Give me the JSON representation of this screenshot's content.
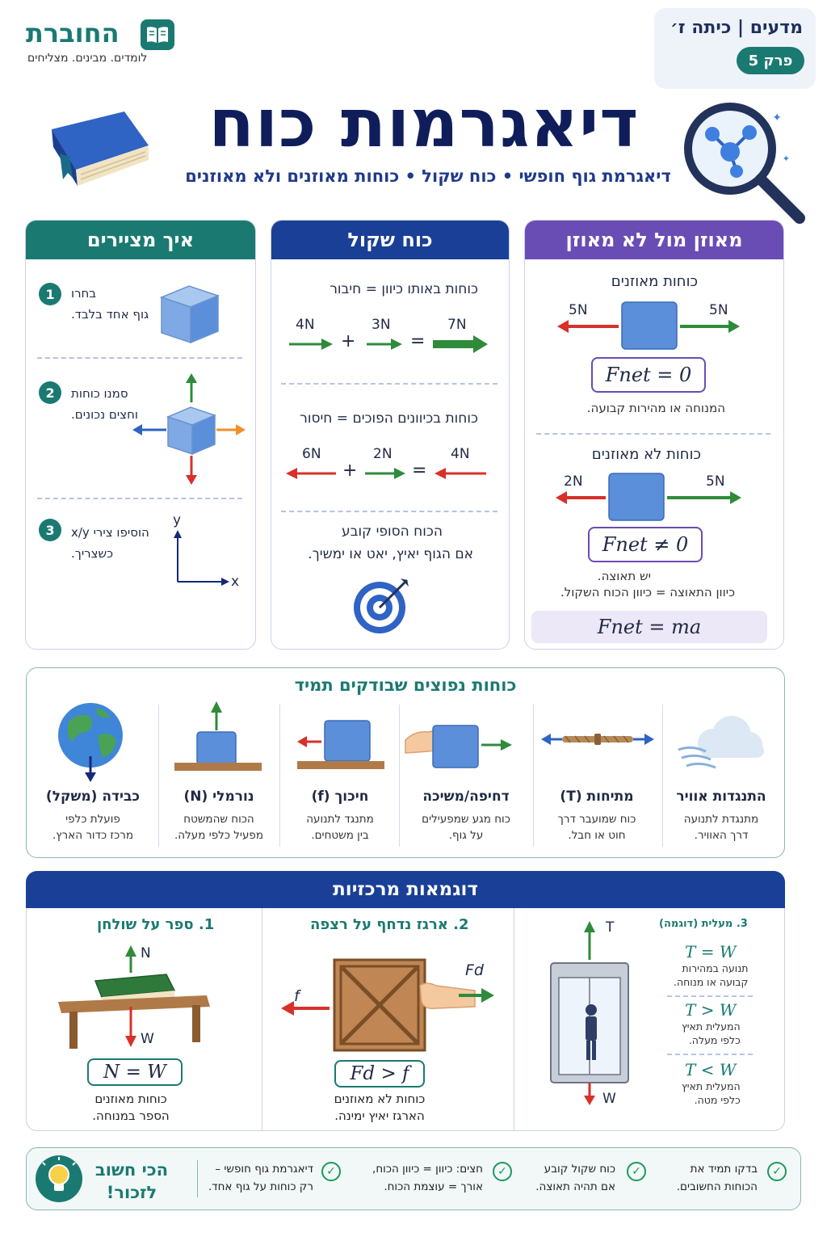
{
  "header": {
    "subject": "מדעים",
    "grade": "כיתה ז׳",
    "chapter": "פרק 5",
    "brand": "החוברת",
    "brand_tagline": "לומדים. מבינים. מצליחים",
    "title": "דיאגרמות כוח",
    "subtitle": "דיאגרמת גוף חופשי • כוח שקול • כוחות מאוזנים ולא מאוזנים"
  },
  "balanced_panel": {
    "heading": "מאוזן מול לא מאוזן",
    "balanced_title": "כוחות מאוזנים",
    "balanced_left": "5N",
    "balanced_right": "5N",
    "balanced_formula": "Fnet = 0",
    "balanced_note": "המנוחה או מהירות קבועה.",
    "unbalanced_title": "כוחות לא מאוזנים",
    "unbalanced_left": "2N",
    "unbalanced_right": "5N",
    "unbalanced_formula": "Fnet ≠ 0",
    "unbalanced_note1": "יש תאוצה.",
    "unbalanced_note2": "כיוון התאוצה = כיוון הכוח השקול.",
    "newton_formula": "Fnet = ma"
  },
  "resultant_panel": {
    "heading": "כוח שקול",
    "same_dir_title": "כוחות באותו כיוון = חיבור",
    "same_a": "4N",
    "same_b": "3N",
    "same_sum": "7N",
    "opp_dir_title": "כוחות בכיוונים הפוכים = חיסור",
    "opp_a": "6N",
    "opp_b": "2N",
    "opp_result": "4N",
    "plus": "+",
    "equals": "=",
    "constant_line1": "הכוח הסופי קובע",
    "constant_line2": "אם הגוף יאיץ, יאט או ימשיך."
  },
  "howto_panel": {
    "heading": "איך מציירים",
    "steps": [
      {
        "num": "1",
        "line1": "בחרו",
        "line2": "גוף אחד בלבד."
      },
      {
        "num": "2",
        "line1": "סמנו כוחות",
        "line2": "וחצים נכונים."
      },
      {
        "num": "3",
        "line1": "הוסיפו צירי x/y",
        "line2": "כשצריך."
      }
    ],
    "axis_y": "y",
    "axis_x": "x"
  },
  "common_forces": {
    "title": "כוחות נפוצים שבודקים תמיד",
    "items": [
      {
        "name": "התנגדות אוויר",
        "desc1": "מתנגדת לתנועה",
        "desc2": "דרך האוויר."
      },
      {
        "name": "מתיחות (T)",
        "desc1": "כוח שמועבר דרך",
        "desc2": "חוט או חבל."
      },
      {
        "name": "דחיפה/משיכה",
        "desc1": "כוח מגע שמפעילים",
        "desc2": "על גוף."
      },
      {
        "name": "חיכוך (f)",
        "desc1": "מתנגד לתנועה",
        "desc2": "בין משטחים."
      },
      {
        "name": "נורמלי (N)",
        "desc1": "הכוח שהמשטח",
        "desc2": "מפעיל כלפי מעלה."
      },
      {
        "name": "כבידה (משקל)",
        "desc1": "פועלת כלפי",
        "desc2": "מרכז כדור הארץ."
      }
    ]
  },
  "examples": {
    "heading": "דוגמאות מרכזיות",
    "book": {
      "title": "1. ספר על שולחן",
      "label_n": "N",
      "label_w": "W",
      "formula": "N = W",
      "caption1": "כוחות מאוזנים",
      "caption2": "הספר במנוחה."
    },
    "crate": {
      "title": "2. ארגז נדחף על רצפה",
      "label_f": "f",
      "label_fd": "Fd",
      "formula": "Fd > f",
      "caption1": "כוחות לא מאוזנים",
      "caption2": "הארגז יאיץ ימינה."
    },
    "elevator": {
      "title": "3. מעלית (דוגמה)",
      "label_t": "T",
      "label_w": "W",
      "cases": [
        {
          "formula": "T = W",
          "desc1": "תנועה במהירות",
          "desc2": "קבועה או מנוחה."
        },
        {
          "formula": "T > W",
          "desc1": "המעלית תאיץ",
          "desc2": "כלפי מעלה."
        },
        {
          "formula": "T < W",
          "desc1": "המעלית תאיץ",
          "desc2": "כלפי מטה."
        }
      ]
    }
  },
  "footer": {
    "remember_line1": "הכי חשוב",
    "remember_line2": "לזכור!",
    "items": [
      {
        "line1": "בדקו תמיד את",
        "line2": "הכוחות החשובים."
      },
      {
        "line1": "כוח שקול קובע",
        "line2": "אם תהיה תאוצה."
      },
      {
        "line1": "חצים: כיוון = כיוון הכוח,",
        "line2": "אורך = עוצמת הכוח."
      },
      {
        "line1": "דיאגרמת גוף חופשי –",
        "line2": "רק כוחות על גוף אחד."
      }
    ],
    "check": "✓"
  },
  "colors": {
    "navy": "#142a78",
    "teal": "#1a7a72",
    "purple": "#6a4cb5",
    "arrow_green": "#2e8b3a",
    "arrow_red": "#d8302a",
    "block_blue": "#5b8fd9"
  }
}
